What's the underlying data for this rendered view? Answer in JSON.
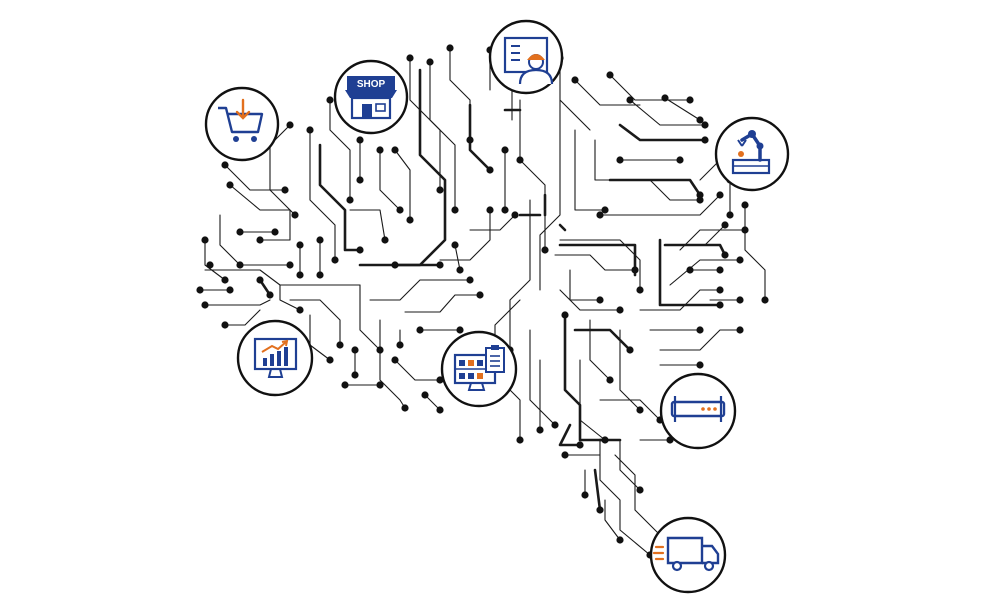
{
  "colors": {
    "trace": "#1a1a1a",
    "icon_primary": "#1f3f93",
    "icon_accent": "#e2701e",
    "ring": "#111111",
    "background": "#ffffff"
  },
  "icons": [
    {
      "key": "cart",
      "name": "shopping-cart-download-icon"
    },
    {
      "key": "shop",
      "name": "shop-storefront-icon",
      "label": "SHOP"
    },
    {
      "key": "engineer",
      "name": "engineer-at-screen-icon"
    },
    {
      "key": "robot",
      "name": "robotic-arm-icon"
    },
    {
      "key": "analytics",
      "name": "analytics-monitor-icon"
    },
    {
      "key": "inventory",
      "name": "inventory-monitor-clipboard-icon"
    },
    {
      "key": "device",
      "name": "hardware-device-icon"
    },
    {
      "key": "truck",
      "name": "delivery-truck-icon"
    }
  ]
}
